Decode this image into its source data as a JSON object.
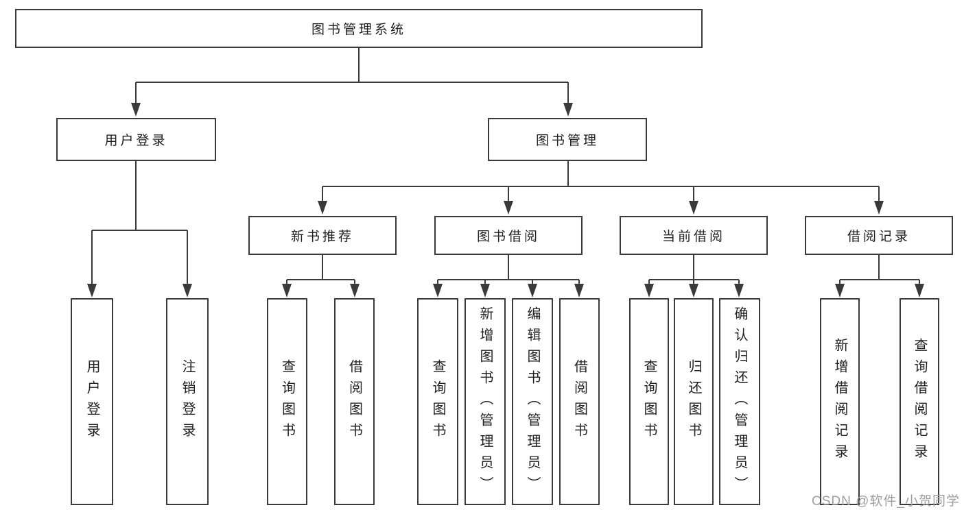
{
  "diagram": {
    "root": {
      "label": "图书管理系统"
    },
    "level2": [
      {
        "label": "用户登录"
      },
      {
        "label": "图书管理"
      }
    ],
    "level3": [
      {
        "label": "新书推荐"
      },
      {
        "label": "图书借阅"
      },
      {
        "label": "当前借阅"
      },
      {
        "label": "借阅记录"
      }
    ],
    "leaves": {
      "user_login": [
        "用户登录",
        "注销登录"
      ],
      "new_book_recommend": [
        "查询图书",
        "借阅图书"
      ],
      "book_borrow": [
        "查询图书",
        "新增图书（管理员）",
        "编辑图书（管理员）",
        "借阅图书"
      ],
      "current_borrow": [
        "查询图书",
        "归还图书",
        "确认归还（管理员）"
      ],
      "borrow_record": [
        "新增借阅记录",
        "查询借阅记录"
      ]
    },
    "colors": {
      "line": "#3a3a3a",
      "box_border": "#3a3a3a",
      "text": "#212121",
      "background": "#ffffff"
    }
  },
  "watermark": {
    "text": "CSDN @软件_小贺同学",
    "color": "#9e9e9e"
  }
}
